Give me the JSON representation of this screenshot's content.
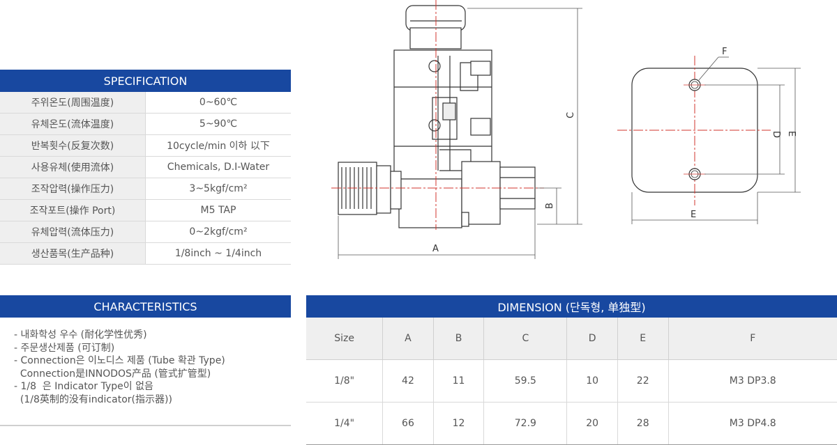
{
  "specification": {
    "title": "SPECIFICATION",
    "rows": [
      {
        "label": "주위온도(周围温度)",
        "value": "0~60℃"
      },
      {
        "label": "유체온도(流体温度)",
        "value": "5~90℃"
      },
      {
        "label": "반복횟수(反复次数)",
        "value": "10cycle/min 이하 以下"
      },
      {
        "label": "사용유체(使用流体)",
        "value": "Chemicals, D.I-Water"
      },
      {
        "label": "조작압력(操作压力)",
        "value": "3~5kgf/cm²"
      },
      {
        "label": "조작포트(操作 Port)",
        "value": "M5 TAP"
      },
      {
        "label": "유체압력(流体压力)",
        "value": "0~2kgf/cm²"
      },
      {
        "label": "생산품목(生产品种)",
        "value": "1/8inch ~ 1/4inch"
      }
    ]
  },
  "characteristics": {
    "title": "CHARACTERISTICS",
    "lines": [
      "- 내화학성 우수 (耐化学性优秀)",
      "- 주문생산제품 (可订制)",
      "- Connection은 이노디스 제품 (Tube 확관 Type)",
      "  Connection是INNODOS产品 (管式扩管型)",
      "- 1/8  은 Indicator Type이 없음",
      "  (1/8英制的没有indicator(指示器))"
    ]
  },
  "dimension": {
    "title": "DIMENSION (단독형, 单独型)",
    "headers": [
      "Size",
      "A",
      "B",
      "C",
      "D",
      "E",
      "F"
    ],
    "rows": [
      [
        "1/8\"",
        "42",
        "11",
        "59.5",
        "10",
        "22",
        "M3 DP3.8"
      ],
      [
        "1/4\"",
        "66",
        "12",
        "72.9",
        "20",
        "28",
        "M3 DP4.8"
      ]
    ]
  },
  "drawing": {
    "labels": {
      "A": "A",
      "B": "B",
      "C": "C",
      "D": "D",
      "E_side": "E",
      "E_bottom": "E",
      "F": "F"
    }
  }
}
